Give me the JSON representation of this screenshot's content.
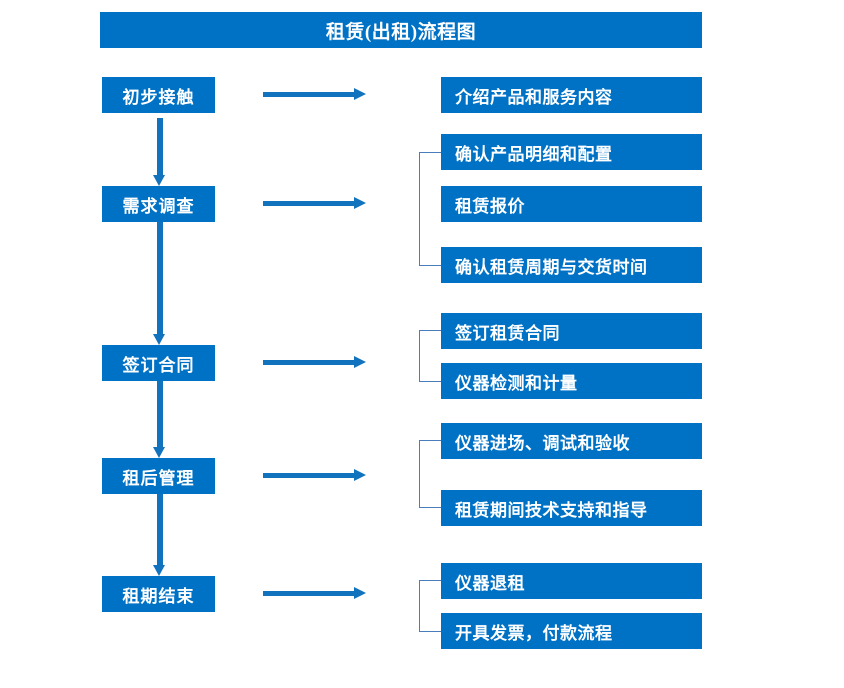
{
  "header": {
    "title": "租赁(出租)流程图"
  },
  "colors": {
    "box_fill": "#0072c6",
    "box_text": "#ffffff",
    "arrow": "#1173bd",
    "bracket": "#4a7ebb",
    "background": "#ffffff"
  },
  "stages": [
    {
      "label": "初步接触"
    },
    {
      "label": "需求调查"
    },
    {
      "label": "签订合同"
    },
    {
      "label": "租后管理"
    },
    {
      "label": "租期结束"
    }
  ],
  "details": [
    {
      "label": "介绍产品和服务内容"
    },
    {
      "label": "确认产品明细和配置"
    },
    {
      "label": "租赁报价"
    },
    {
      "label": "确认租赁周期与交货时间"
    },
    {
      "label": "签订租赁合同"
    },
    {
      "label": "仪器检测和计量"
    },
    {
      "label": "仪器进场、调试和验收"
    },
    {
      "label": "租赁期间技术支持和指导"
    },
    {
      "label": "仪器退租"
    },
    {
      "label": "开具发票，付款流程"
    }
  ]
}
